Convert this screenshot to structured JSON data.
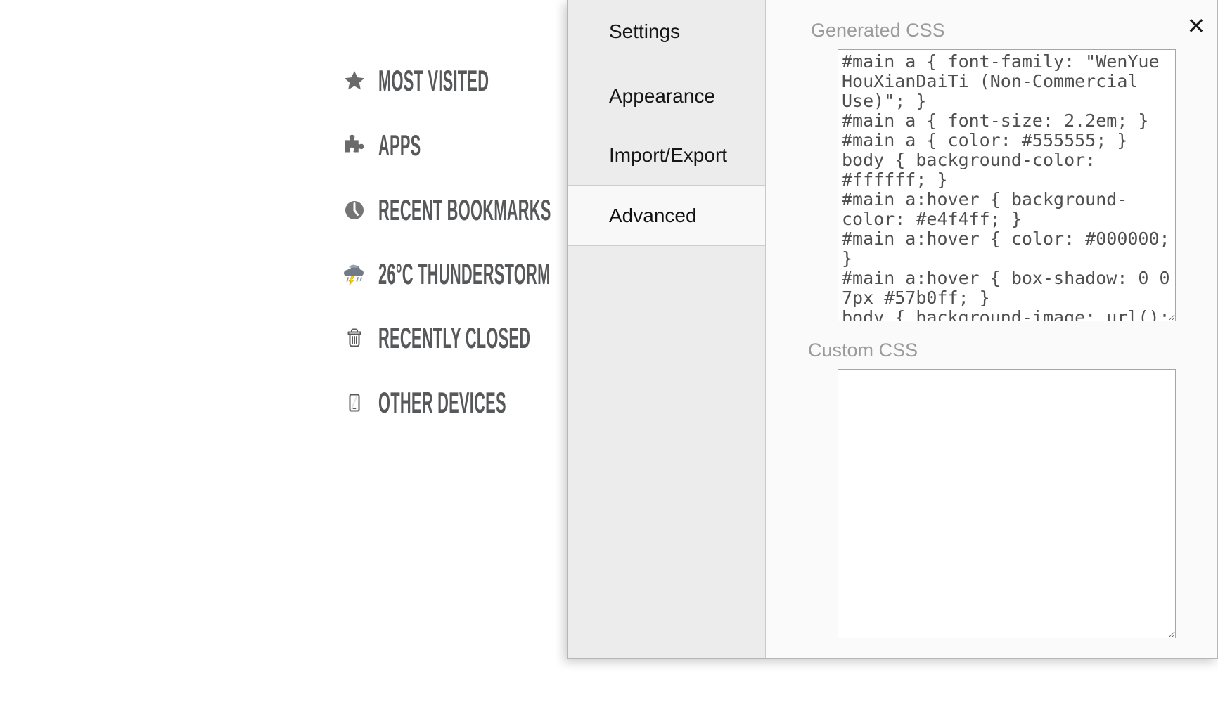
{
  "sidebar": {
    "items": [
      {
        "icon": "star-icon",
        "label": "MOST VISITED"
      },
      {
        "icon": "puzzle-icon",
        "label": "APPS"
      },
      {
        "icon": "clock-icon",
        "label": "RECENT BOOKMARKS"
      },
      {
        "icon": "thunderstorm-icon",
        "label": "26°C THUNDERSTORM"
      },
      {
        "icon": "trash-icon",
        "label": "RECENTLY CLOSED"
      },
      {
        "icon": "phone-icon",
        "label": "OTHER DEVICES"
      }
    ]
  },
  "modal": {
    "tabs": [
      {
        "label": "Settings",
        "selected": false
      },
      {
        "label": "Appearance",
        "selected": false
      },
      {
        "label": "Import/Export",
        "selected": false
      },
      {
        "label": "Advanced",
        "selected": true
      }
    ],
    "close_glyph": "✕",
    "generated_css": {
      "label": "Generated CSS",
      "value": "#main a { font-family: \"WenYue\nHouXianDaiTi (Non-Commercial\nUse)\"; }\n#main a { font-size: 2.2em; }\n#main a { color: #555555; }\nbody { background-color:\n#ffffff; }\n#main a:hover { background-\ncolor: #e4f4ff; }\n#main a:hover { color: #000000;\n}\n#main a:hover { box-shadow: 0 0\n7px #57b0ff; }\nbody { background-image: url();"
    },
    "custom_css": {
      "label": "Custom CSS",
      "value": ""
    }
  },
  "colors": {
    "tab_column_bg": "#ececec",
    "selected_tab_bg": "#f8f8f8",
    "panel_bg": "#fafafa",
    "section_label_gray": "#9b9b9b",
    "nav_text_gray": "#57585a",
    "code_text": "#4f4f4f"
  }
}
